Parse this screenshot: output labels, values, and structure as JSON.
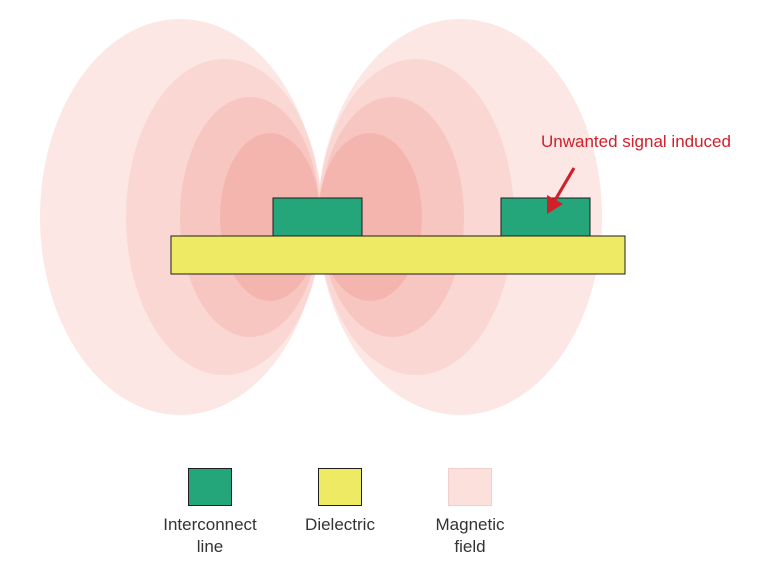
{
  "annotation": {
    "text": "Unwanted signal induced",
    "color": "#d0202a"
  },
  "legend": [
    {
      "label": "Interconnect\nline",
      "swatch_color": "#24a57a",
      "swatch_border": "#1d1d1d",
      "icon": "interconnect-swatch"
    },
    {
      "label": "Dielectric",
      "swatch_color": "#eeea63",
      "swatch_border": "#1d1d1d",
      "icon": "dielectric-swatch"
    },
    {
      "label": "Magnetic\nfield",
      "swatch_color": "#fbe0dc",
      "swatch_border": "#f4d0cb",
      "icon": "magnetic-field-swatch"
    }
  ],
  "colors": {
    "interconnect": "#24a57a",
    "dielectric": "#eeea63",
    "field_layers": [
      "#fbe0dc",
      "#f9d2cd",
      "#f6c2bd",
      "#f3b0ab",
      "#efa29e"
    ],
    "outline": "#1d1d1d",
    "arrow": "#d0202a"
  }
}
